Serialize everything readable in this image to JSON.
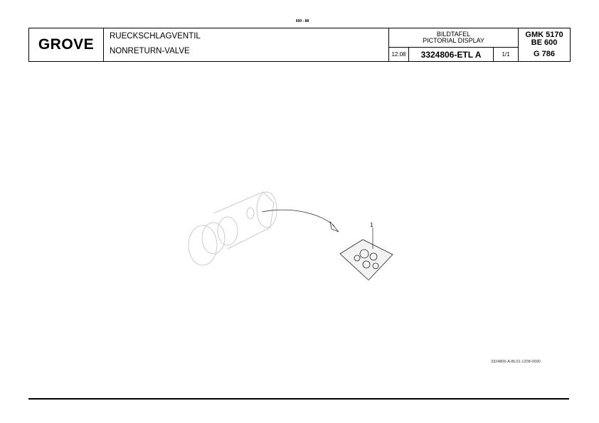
{
  "top_code": "600 - 88",
  "logo": "GROVE",
  "title_de": "RUECKSCHLAGVENTIL",
  "title_en": "NONRETURN-VALVE",
  "display_de": "BILDTAFEL",
  "display_en": "PICTORIAL DISPLAY",
  "date": "12.08",
  "part_number": "3324806-ETL A",
  "sheet": "1/1",
  "model_1": "GMK 5170",
  "model_2": "BE 600",
  "model_3": "G 786",
  "callout": "1",
  "drawing_code": "3324806-A-BL01-1208-0000"
}
